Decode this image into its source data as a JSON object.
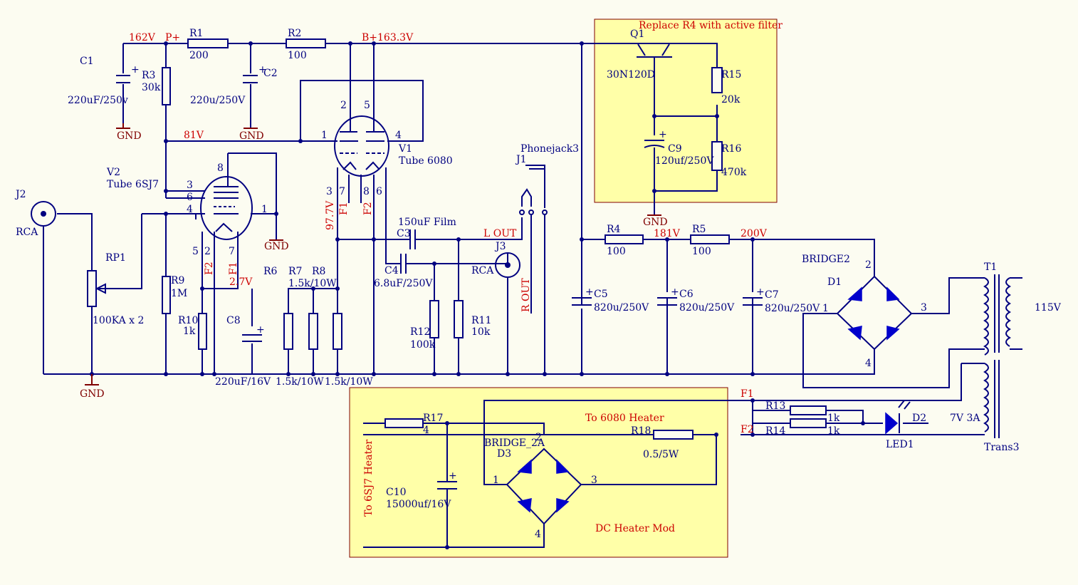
{
  "colors": {
    "background": "#fcfcf1",
    "wire": "#000080",
    "label": "#000080",
    "net_label": "#cc0000",
    "ground": "#800000",
    "note_box": "#ffffa8",
    "diode": "#0000cc"
  },
  "notes": {
    "active_filter": "Replace R4 with active filter",
    "to_6080_heater": "To 6080 Heater",
    "dc_heater_mod": "DC Heater Mod",
    "to_6sj7_heater": "To 6SJ7 Heater"
  },
  "nets": {
    "n162": "162V",
    "pplus": "P+",
    "bplus": "B+",
    "n1633": "163.3V",
    "n81": "81V",
    "n977": "97.7V",
    "n27": "2.7V",
    "n181": "181V",
    "n200": "200V",
    "f1": "F1",
    "f2": "F2",
    "gnd": "GND"
  },
  "parts": {
    "c1_ref": "C1",
    "c1_val": "220uF/250v",
    "r3_ref": "R3",
    "r3_val": "30k",
    "r1_ref": "R1",
    "r1_val": "200",
    "c2_ref": "C2",
    "c2_val": "220u/250V",
    "r2_ref": "R2",
    "r2_val": "100",
    "v1_ref": "V1",
    "v1_val": "Tube 6080",
    "v2_ref": "V2",
    "v2_val": "Tube 6SJ7",
    "j1_ref": "J1",
    "j1_val": "Phonejack3",
    "l_out": "L  OUT",
    "r_out": "R  OUT",
    "j2_ref": "J2",
    "j2_val": "RCA",
    "j3_ref": "J3",
    "j3_val": "RCA",
    "rp1_ref": "RP1",
    "rp1_val": "100KA x 2",
    "r9_ref": "R9",
    "r9_val": "1M",
    "r10_ref": "R10",
    "r10_val": "1k",
    "c8_ref": "C8",
    "c8_val": "220uF/16V",
    "r6_ref": "R6",
    "r7_ref": "R7",
    "r8_ref": "R8",
    "r78_val": "1.5k/10W",
    "r6_val": "1.5k/10W",
    "r8_val": "1.5k/10W",
    "c3_ref": "C3",
    "c3_val": "150uF Film",
    "c4_ref": "C4",
    "c4_val": "6.8uF/250V",
    "r12_ref": "R12",
    "r12_val": "100k",
    "r11_ref": "R11",
    "r11_val": "10k",
    "q1_ref": "Q1",
    "q1_val": "30N120D",
    "r15_ref": "R15",
    "r15_val": "20k",
    "c9_ref": "C9",
    "c9_val": "120uf/250V",
    "r16_ref": "R16",
    "r16_val": "470k",
    "r4_ref": "R4",
    "r4_val": "100",
    "r5_ref": "R5",
    "r5_val": "100",
    "c5_ref": "C5",
    "c5_val": "820u/250V",
    "c6_ref": "C6",
    "c6_val": "820u/250V",
    "c7_ref": "C7",
    "c7_val": "820u/250V",
    "bridge2_ref": "BRIDGE2",
    "d1_ref": "D1",
    "t1_ref": "T1",
    "t1_val": "115V",
    "trans3_ref": "Trans3",
    "trans3_val": "7V 3A",
    "r13_ref": "R13",
    "r13_val": "1k",
    "r14_ref": "R14",
    "r14_val": "1k",
    "d2_ref": "D2",
    "led1_ref": "LED1",
    "r17_ref": "R17",
    "r17_val": "4",
    "c10_ref": "C10",
    "c10_val": "15000uf/16V",
    "bridge2a_ref": "BRIDGE_2A",
    "d3_ref": "D3",
    "r18_ref": "R18",
    "r18_val": "0.5/5W"
  },
  "pins": {
    "v1_p2": "2",
    "v1_p5": "5",
    "v1_p1": "1",
    "v1_p4": "4",
    "v1_p3": "3",
    "v1_p7": "7",
    "v1_p8": "8",
    "v1_p6": "6",
    "v1_f1": "F1",
    "v1_f2": "F2",
    "v2_p8": "8",
    "v2_p3": "3",
    "v2_p6": "6",
    "v2_p4": "4",
    "v2_p1": "1",
    "v2_p5": "5",
    "v2_p2": "2",
    "v2_p7": "7",
    "v2_f2": "F2",
    "v2_f1": "F1",
    "b2_p1": "1",
    "b2_p2": "2",
    "b2_p3": "3",
    "b2_p4": "4",
    "d3_p1": "1",
    "d3_p2": "2",
    "d3_p3": "3",
    "d3_p4": "4"
  }
}
